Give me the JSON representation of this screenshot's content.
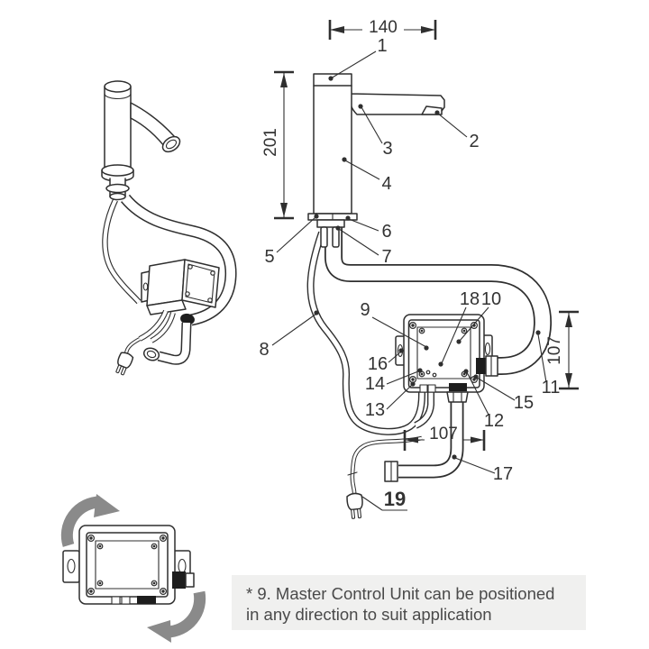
{
  "note": {
    "line1": "* 9. Master Control Unit can be positioned",
    "line2": "in any direction to suit application"
  },
  "dimensions": {
    "width_top": "140",
    "height_left": "201",
    "height_right": "107",
    "width_bottom": "107"
  },
  "parts": {
    "p1": "1",
    "p2": "2",
    "p3": "3",
    "p4": "4",
    "p5": "5",
    "p6": "6",
    "p7": "7",
    "p8": "8",
    "p9": "9",
    "p10": "10",
    "p11": "11",
    "p12": "12",
    "p13": "13",
    "p14": "14",
    "p15": "15",
    "p16": "16",
    "p17": "17",
    "p18": "18",
    "p19": "19"
  },
  "icons": {
    "rotate_cw": "rotate-arrow",
    "rotate_ccw": "rotate-arrow"
  },
  "colors": {
    "line": "#2f2f2f",
    "label_text": "#333333",
    "rotation_arrow": "#8a8a8a",
    "note_background": "#f0f0ef",
    "note_text": "#4a4a4a"
  }
}
